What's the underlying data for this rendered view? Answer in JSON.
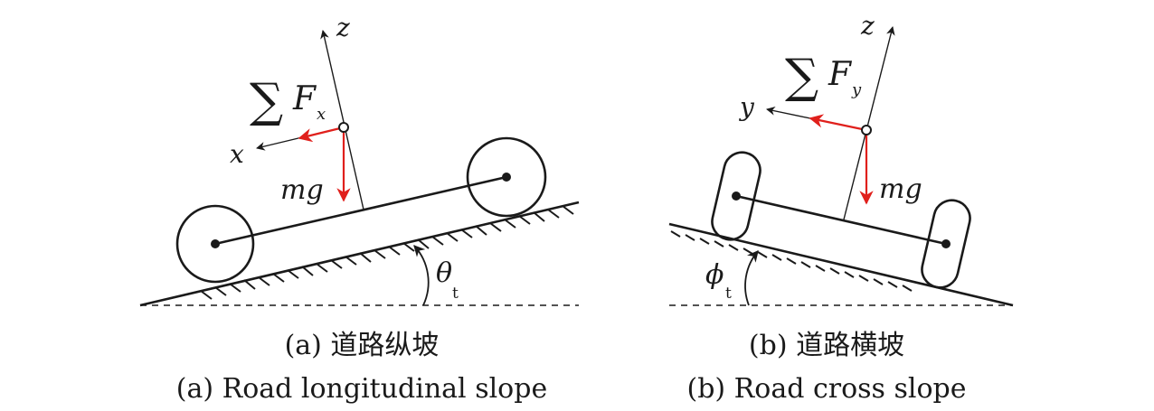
{
  "panel_a": {
    "axes": {
      "z": "z",
      "x": "x"
    },
    "force_label": {
      "sigma": "∑",
      "symbol": "F",
      "subscript": "x"
    },
    "gravity_label": "mg",
    "angle_label": {
      "symbol": "θ",
      "subscript": "t"
    },
    "caption_cn": "(a) 道路纵坡",
    "caption_en": "(a) Road longitudinal slope"
  },
  "panel_b": {
    "axes": {
      "z": "z",
      "y": "y"
    },
    "force_label": {
      "sigma": "∑",
      "symbol": "F",
      "subscript": "y"
    },
    "gravity_label": "mg",
    "angle_label": {
      "symbol": "ϕ",
      "subscript": "t"
    },
    "caption_cn": "(b) 道路横坡",
    "caption_en": "(b) Road cross slope"
  },
  "colors": {
    "force": "#e0201c",
    "ink": "#1a1a1a"
  }
}
